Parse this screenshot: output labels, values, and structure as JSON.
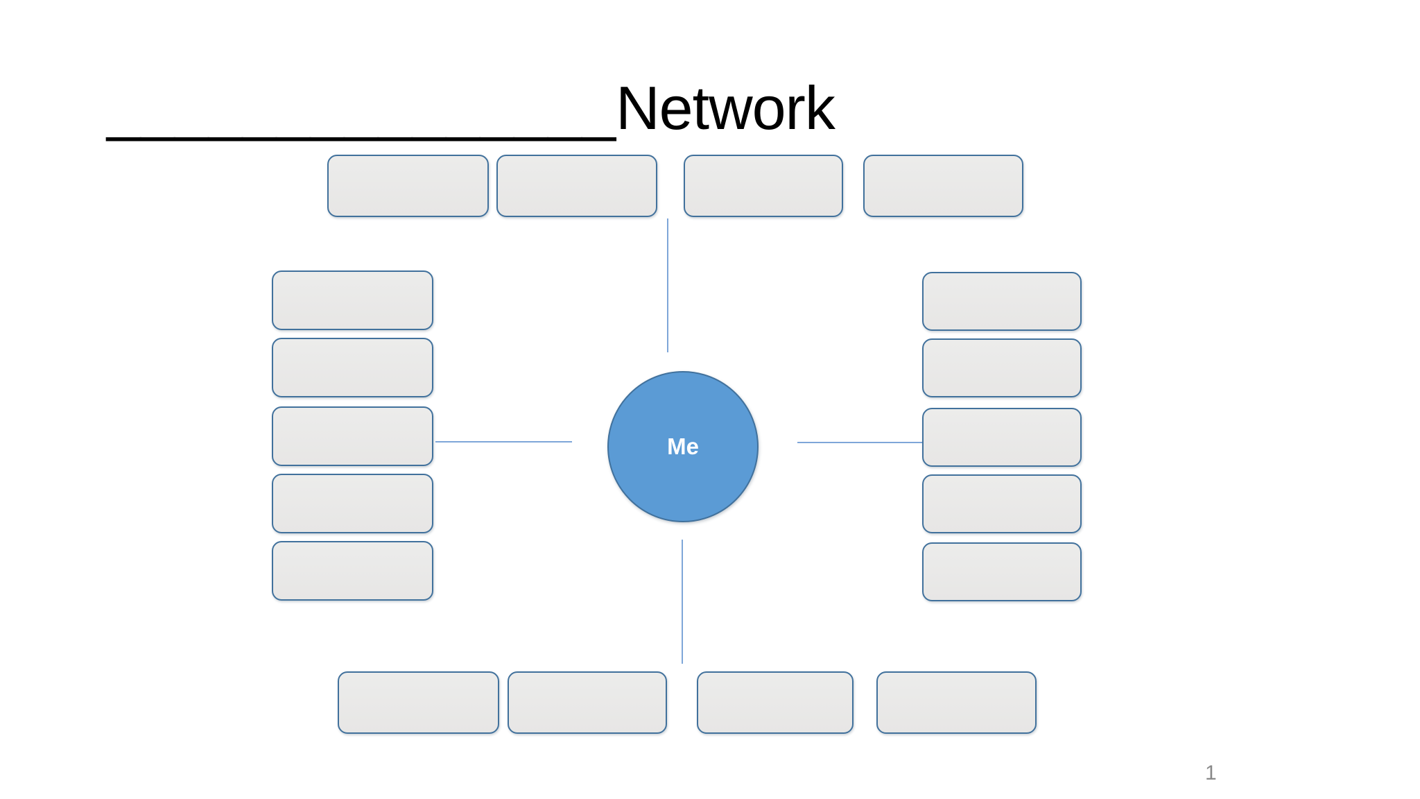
{
  "title": {
    "blank": "_______________",
    "word": "Network"
  },
  "center": {
    "label": "Me"
  },
  "page_number": "1",
  "colors": {
    "circle_fill": "#5B9BD5",
    "shape_border": "#41719C",
    "box_fill": "#E9E8E8",
    "connector": "#7EA6D8",
    "title_color": "#000000",
    "page_number_color": "#8A8A8A"
  }
}
